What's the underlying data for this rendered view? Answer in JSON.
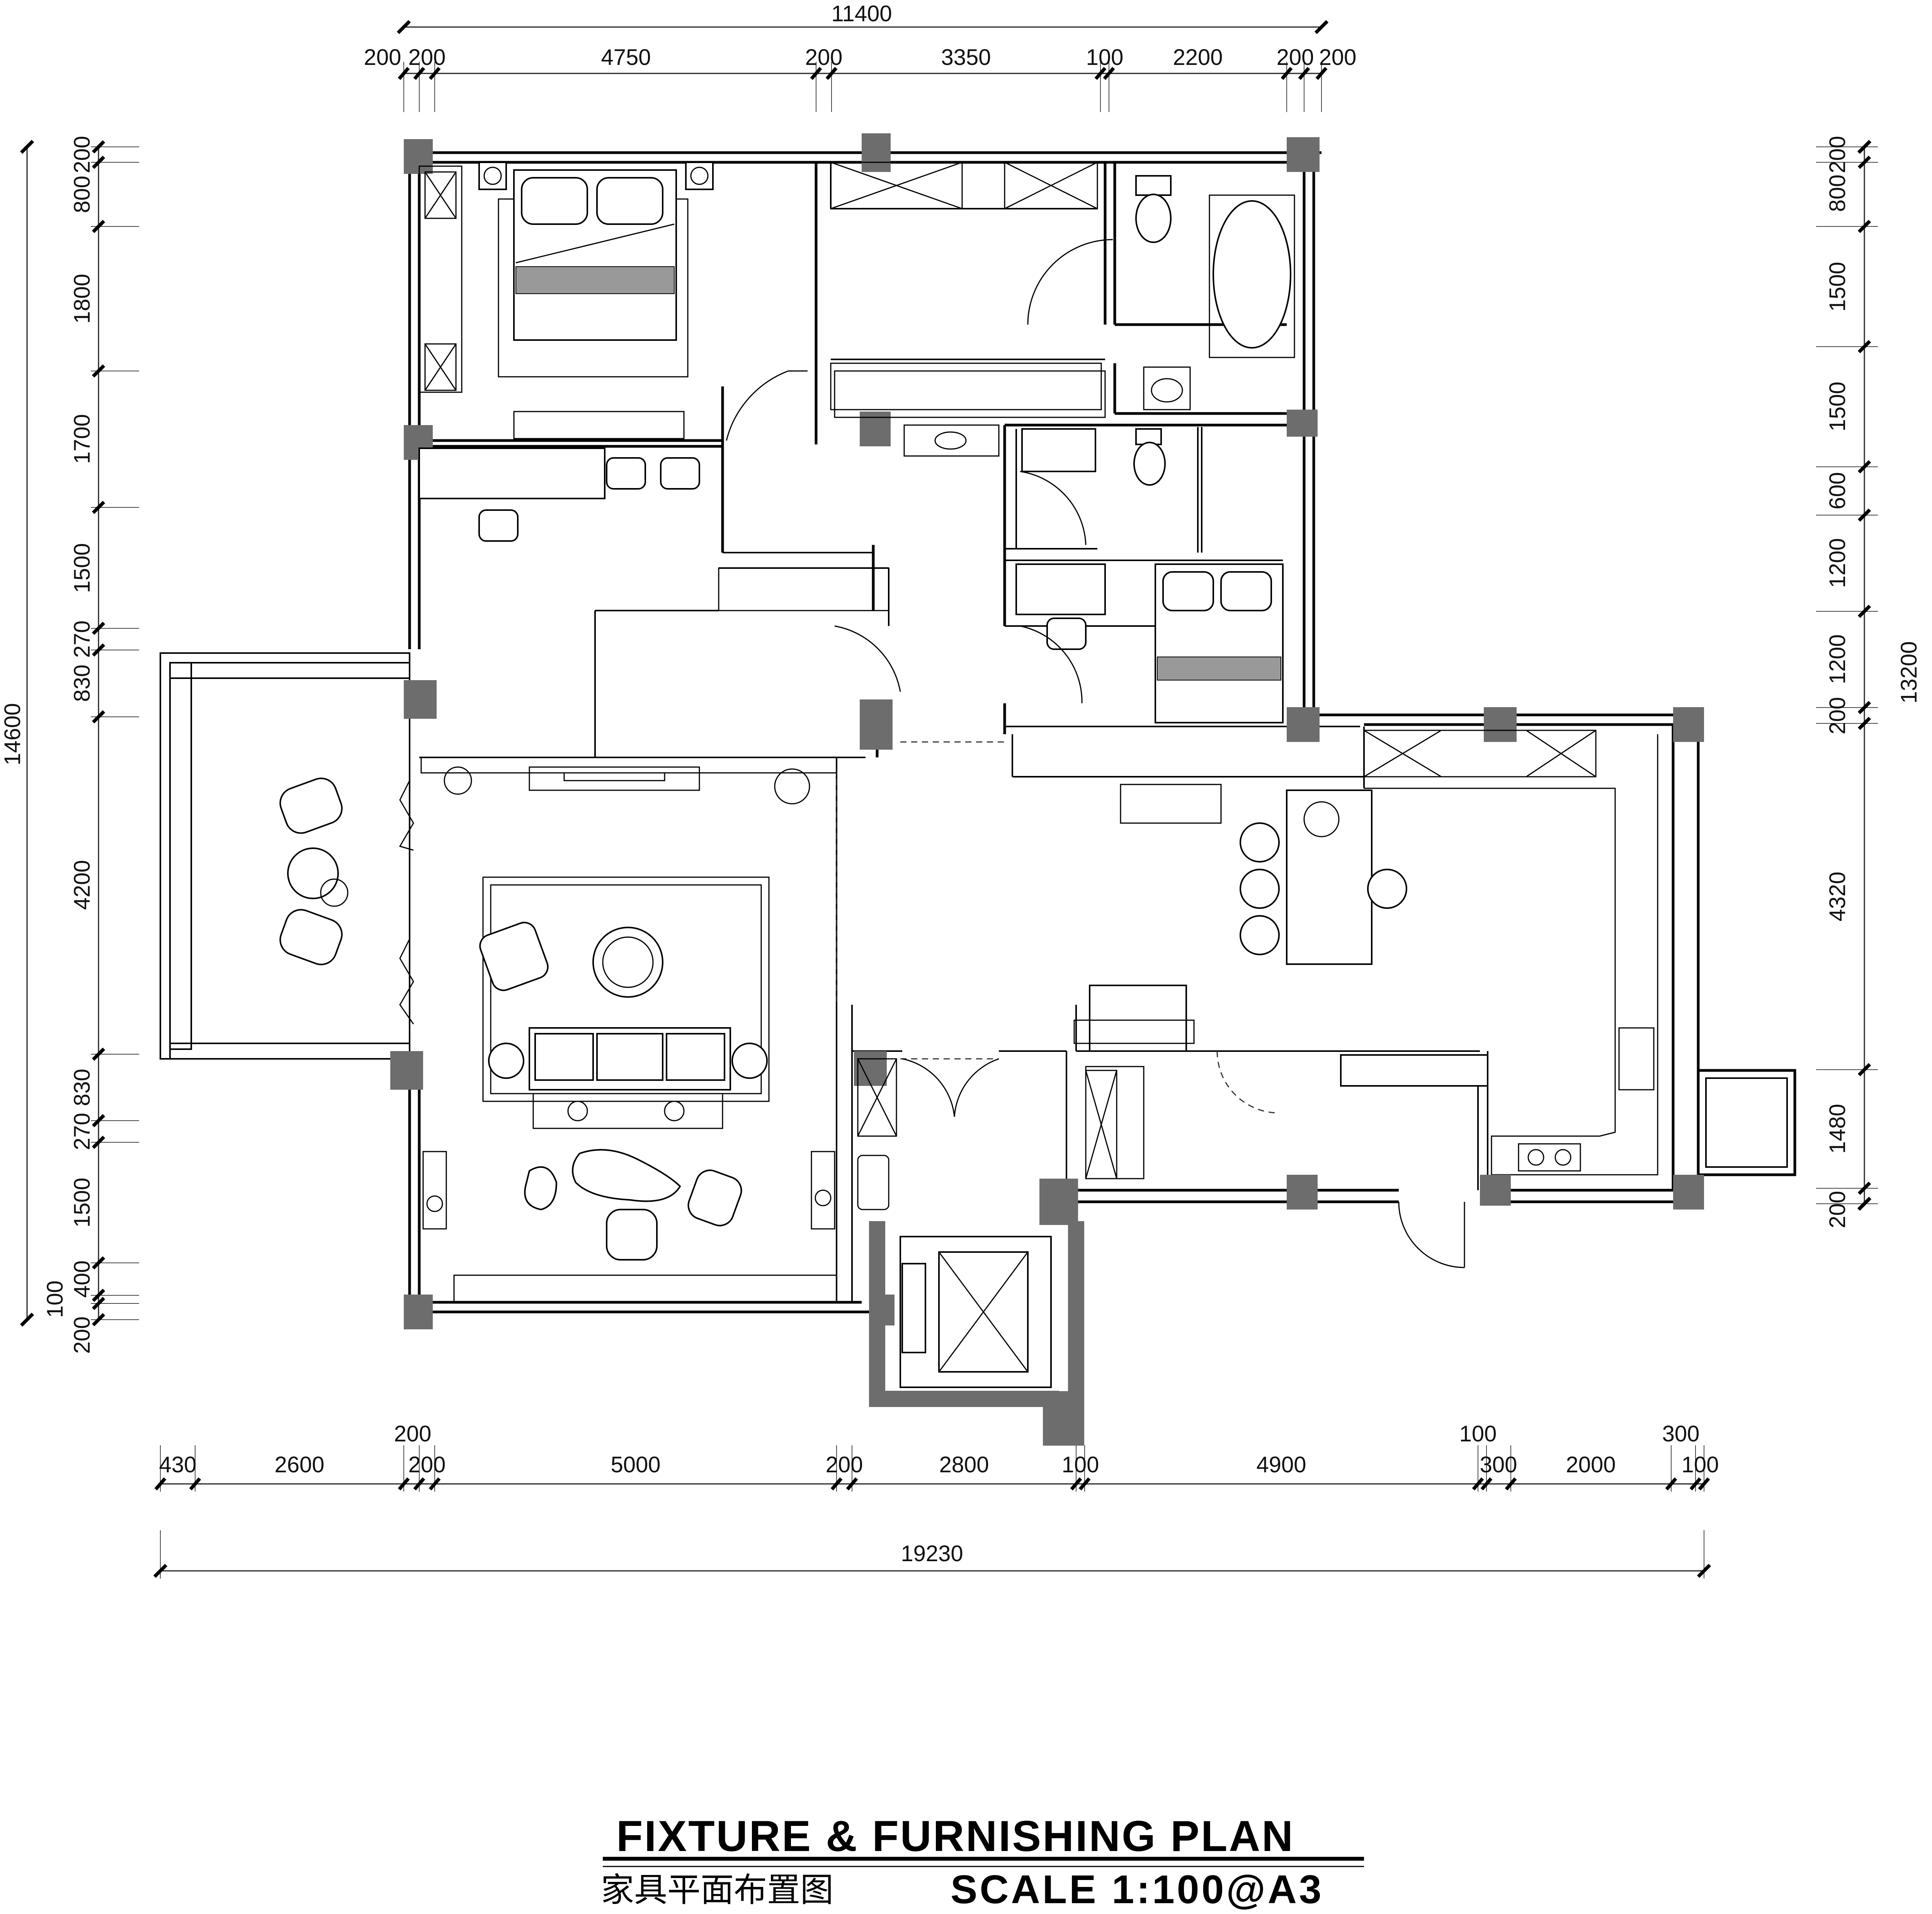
{
  "title": {
    "main": "FIXTURE & FURNISHING PLAN",
    "chinese": "家具平面布置图",
    "scale": "SCALE  1:100@A3"
  },
  "dimensions": {
    "top_overall": "11400",
    "top_segments": [
      "200",
      "200",
      "4750",
      "200",
      "3350",
      "100",
      "2200",
      "200",
      "200"
    ],
    "bottom_upper_labels": [
      "200",
      "100",
      "300"
    ],
    "bottom_segments": [
      "430",
      "2600",
      "200",
      "5000",
      "200",
      "2800",
      "100",
      "4900",
      "300",
      "2000",
      "100"
    ],
    "bottom_overall": "19230",
    "left_overall": "14600",
    "left_segments": [
      "200",
      "800",
      "1800",
      "1700",
      "1500",
      "270",
      "830",
      "4200",
      "830",
      "270",
      "1500",
      "400",
      "100",
      "200"
    ],
    "right_overall": "13200",
    "right_segments": [
      "200",
      "800",
      "1500",
      "1500",
      "600",
      "1200",
      "1200",
      "200",
      "4320",
      "1480",
      "200"
    ]
  },
  "colors": {
    "line": "#000000",
    "column_fill": "#6d6d6d",
    "background": "#ffffff"
  }
}
